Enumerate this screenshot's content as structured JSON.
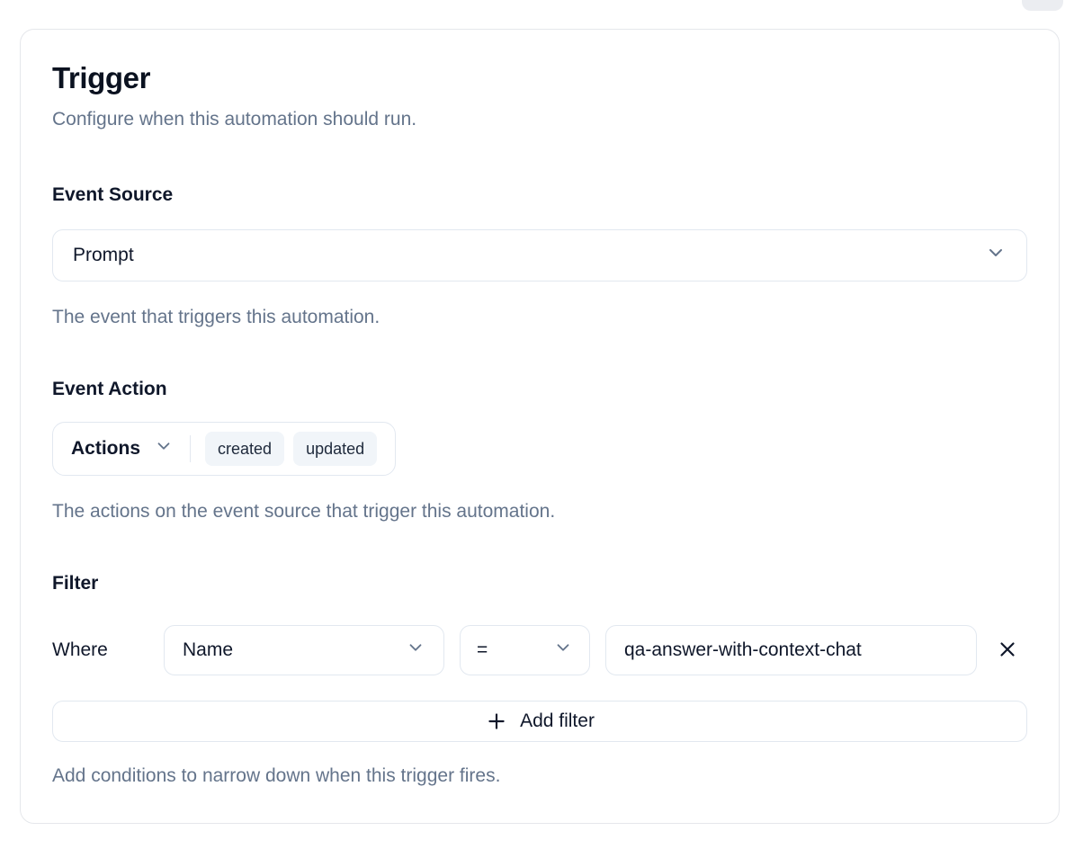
{
  "card": {
    "title": "Trigger",
    "subtitle": "Configure when this automation should run.",
    "event_source": {
      "label": "Event Source",
      "value": "Prompt",
      "helper": "The event that triggers this automation."
    },
    "event_action": {
      "label": "Event Action",
      "dropdown_label": "Actions",
      "chips": [
        "created",
        "updated"
      ],
      "helper": "The actions on the event source that trigger this automation."
    },
    "filter": {
      "label": "Filter",
      "where_label": "Where",
      "field_value": "Name",
      "operator_value": "=",
      "input_value": "qa-answer-with-context-chat",
      "add_button_label": "Add filter",
      "helper": "Add conditions to narrow down when this trigger fires."
    }
  },
  "icons": {
    "event_source_chevron": "chevron-down",
    "actions_chevron": "chevron-down",
    "field_chevron": "chevron-down",
    "operator_chevron": "chevron-down",
    "remove_filter": "x",
    "add_filter": "plus"
  },
  "colors": {
    "text_primary": "#0f172a",
    "text_muted": "#64748b",
    "border": "#e2e8f0",
    "chip_background": "#f1f5f9",
    "icon": "#64748b"
  }
}
